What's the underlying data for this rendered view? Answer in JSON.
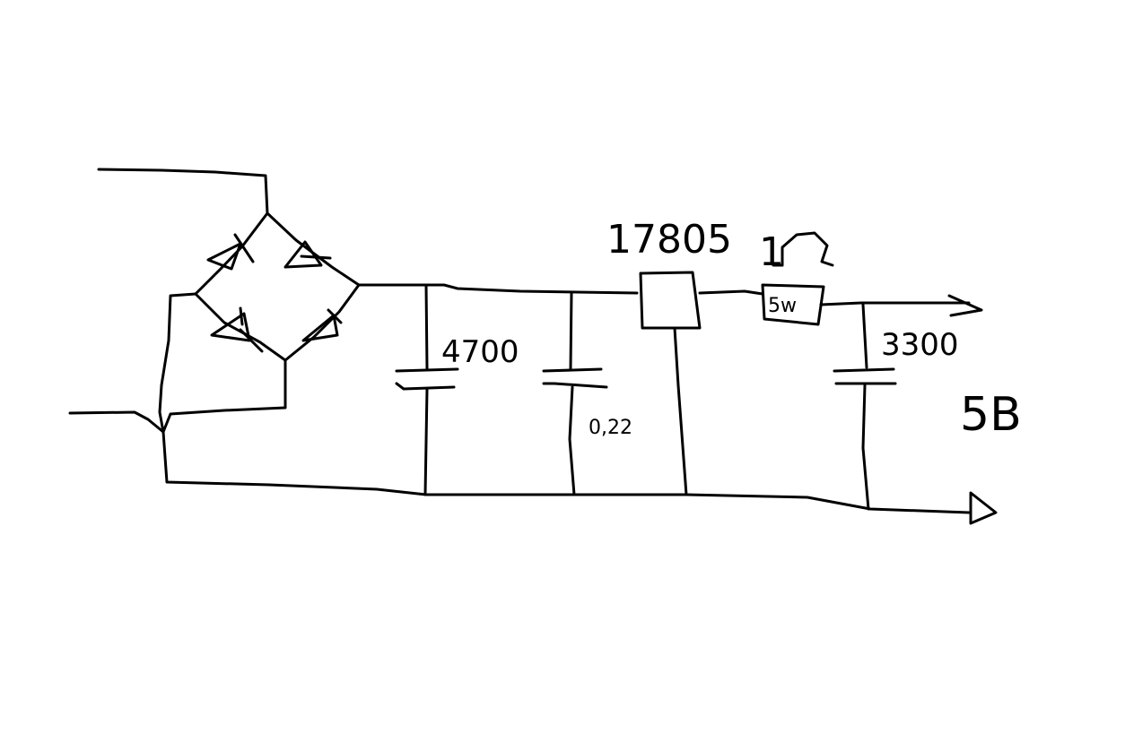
{
  "components": {
    "regulator": {
      "label": "17805"
    },
    "resistor": {
      "value": "1",
      "body_label": "5w"
    },
    "capacitor_main": {
      "label": "4700"
    },
    "capacitor_bypass": {
      "label": "0,22"
    },
    "capacitor_output": {
      "label": "3300"
    }
  },
  "output": {
    "voltage": "5B"
  },
  "colors": {
    "ink": "#000000",
    "background": "#ffffff"
  },
  "icons": {
    "resistor_unit": "ohm-icon"
  }
}
